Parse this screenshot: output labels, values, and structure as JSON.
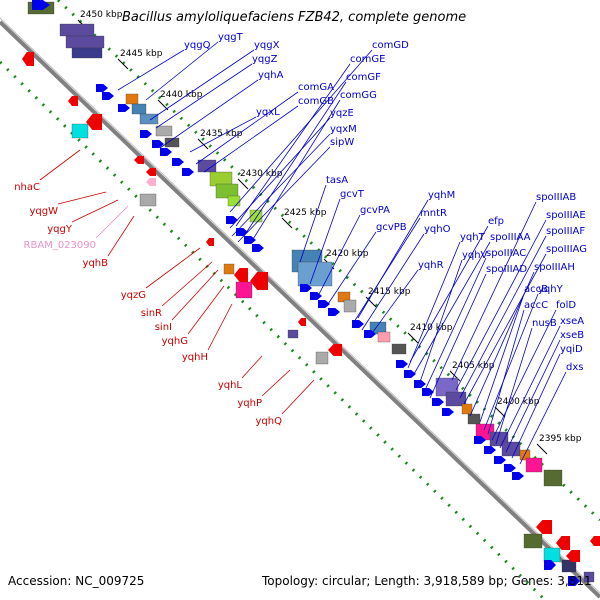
{
  "title": "Bacillus amyloliquefaciens FZB42, complete genome",
  "footer": {
    "accession": "Accession: NC_009725",
    "topology": "Topology: circular; Length: 3,918,589 bp; Genes: 3,811"
  },
  "colors": {
    "backbone": "#808080",
    "tick_dots": "#1a8a1a",
    "forward_label": "#0000cc",
    "reverse_label": "#cc0000",
    "pseudo_label": "#e890c8"
  },
  "scale_ticks": [
    "2450 kbp",
    "2445 kbp",
    "2440 kbp",
    "2435 kbp",
    "2430 kbp",
    "2425 kbp",
    "2420 kbp",
    "2415 kbp",
    "2410 kbp",
    "2405 kbp",
    "2400 kbp",
    "2395 kbp"
  ],
  "forward_labels": [
    "yqgQ",
    "yqgT",
    "yqgX",
    "yqgZ",
    "yqhA",
    "comGD",
    "comGE",
    "comGF",
    "comGA",
    "comGB",
    "comGG",
    "yqxL",
    "yqzE",
    "yqxM",
    "sipW",
    "tasA",
    "gcvT",
    "gcvPA",
    "gcvPB",
    "yqhM",
    "mntR",
    "yqhO",
    "efp",
    "yqhT",
    "spoIIIAA",
    "yqhV",
    "spoIIIAC",
    "yqhR",
    "spoIIIAD",
    "spoIIIAB",
    "spoIIIAE",
    "spoIIIAF",
    "spoIIIAG",
    "spoIIIAH",
    "yqhY",
    "accB",
    "folD",
    "accC",
    "xseA",
    "nusB",
    "xseB",
    "yqiD",
    "dxs"
  ],
  "reverse_labels": [
    "nhaC",
    "yqgW",
    "yqgY",
    "RBAM_023090",
    "yqhB",
    "yqzG",
    "sinR",
    "sinI",
    "yqhG",
    "yqhH",
    "yqhL",
    "yqhP",
    "yqhQ"
  ]
}
